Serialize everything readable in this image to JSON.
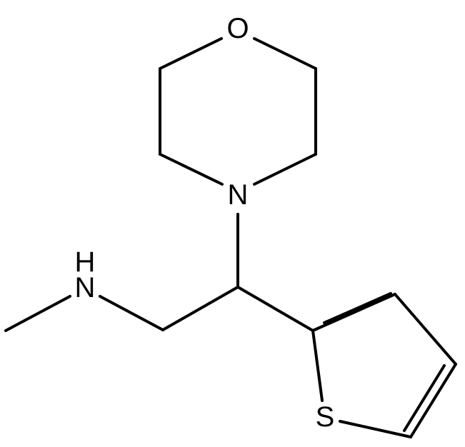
{
  "atoms": {
    "oxygen": "O",
    "nitrogen_morpholine": "N",
    "nitrogen_amine_h": "H",
    "nitrogen_amine": "N",
    "sulfur": "S"
  },
  "colors": {
    "bond": "#000000",
    "label": "#000000",
    "background": "#ffffff"
  }
}
